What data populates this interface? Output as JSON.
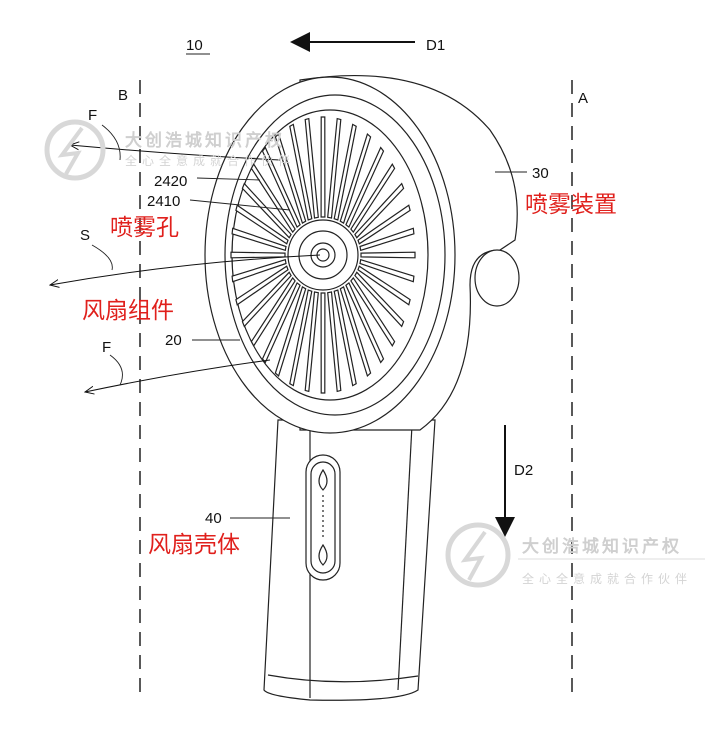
{
  "figure": {
    "ref_main": "10",
    "direction_1": "D1",
    "direction_2": "D2",
    "plane_b": "B",
    "plane_a": "A",
    "flow_f_top": "F",
    "flow_f_bottom": "F",
    "flow_s": "S",
    "ref_2420": "2420",
    "ref_2410": "2410",
    "ref_20": "20",
    "ref_30": "30",
    "ref_40": "40"
  },
  "annotations": {
    "spray_hole": "喷雾孔",
    "fan_assembly": "风扇组件",
    "spray_device": "喷雾装置",
    "fan_housing": "风扇壳体"
  },
  "watermark": {
    "name": "大创浩城知识产权",
    "slogan": "全心全意成就合作伙伴"
  },
  "colors": {
    "annotation": "#e0201c",
    "line": "#222222",
    "watermark": "#cfcfcf"
  }
}
